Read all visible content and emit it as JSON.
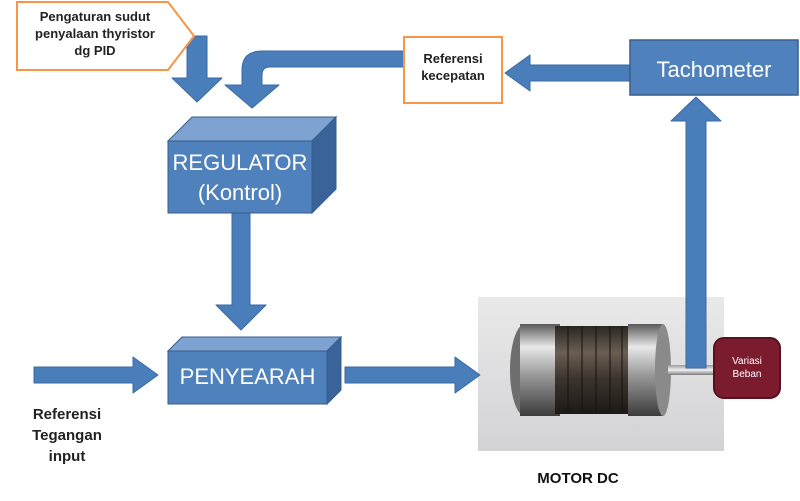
{
  "callouts": {
    "pid_setting": "Pengaturan  sudut\npenyalaan thyristor\ndg PID",
    "speed_reference": "Referensi\nkecepatan"
  },
  "blocks": {
    "regulator": "REGULATOR\n(Kontrol)",
    "rectifier": "PENYEARAH",
    "tachometer": "Tachometer"
  },
  "labels": {
    "voltage_reference": "Referensi\nTegangan\ninput",
    "motor": "MOTOR DC",
    "load_variation": "Variasi\nBeban"
  },
  "colors": {
    "block_fill": "#4f81bd",
    "block_border": "#385d8a",
    "arrow_fill": "#4a7ebb",
    "callout_border": "#f79646",
    "load_fill": "#7a1c2e"
  }
}
